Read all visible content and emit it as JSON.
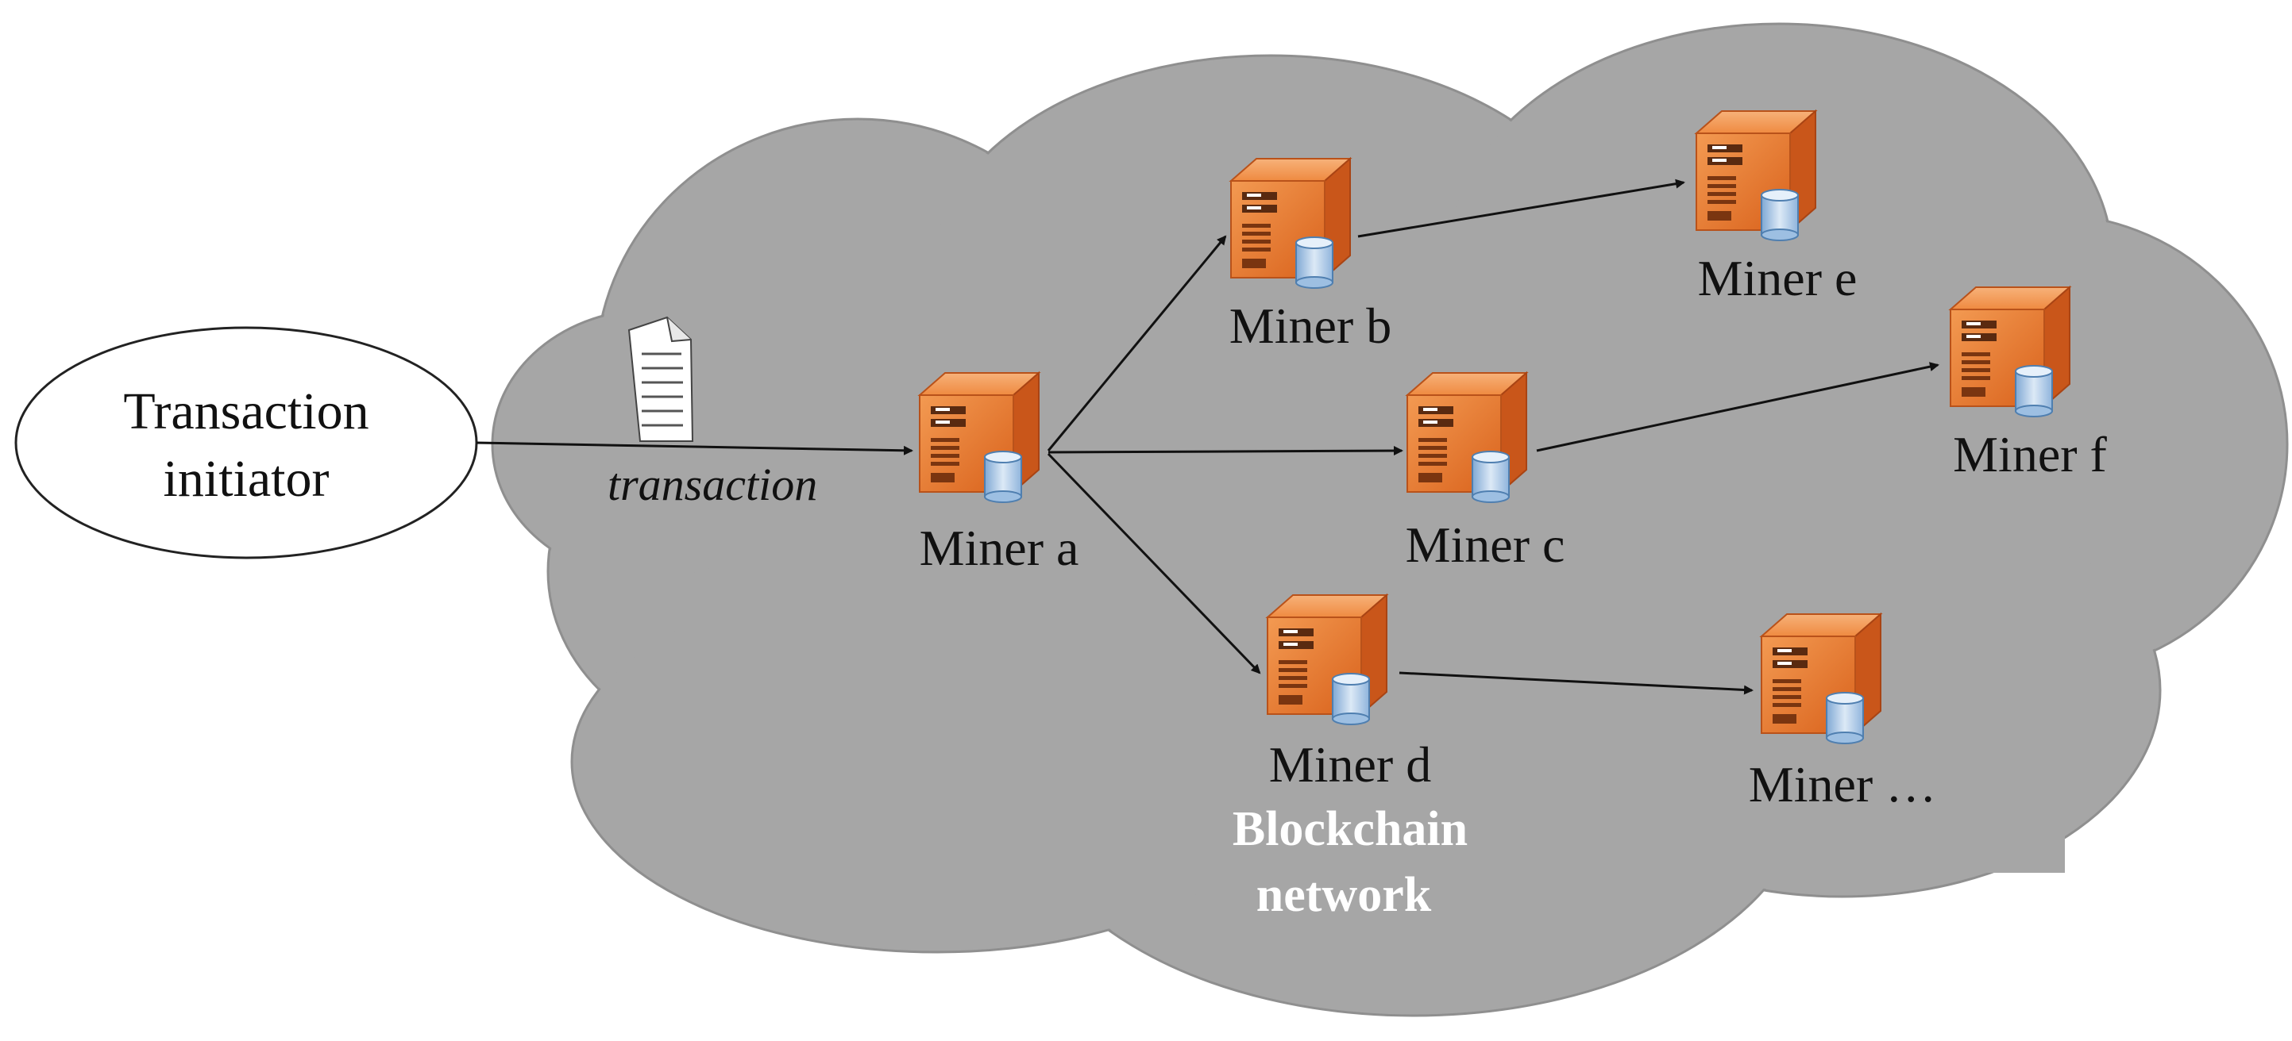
{
  "initiator": {
    "line1": "Transaction",
    "line2": "initiator"
  },
  "transaction_label": "transaction",
  "network": {
    "line1": "Blockchain",
    "line2": "network"
  },
  "miners": {
    "a": "Miner a",
    "b": "Miner b",
    "c": "Miner c",
    "d": "Miner d",
    "e": "Miner e",
    "f": "Miner f",
    "more": "Miner …"
  },
  "colors": {
    "cloud_fill": "#a6a6a6",
    "server_orange": "#e8762c",
    "database_blue": "#a9c9e8",
    "arrow": "#111111"
  }
}
